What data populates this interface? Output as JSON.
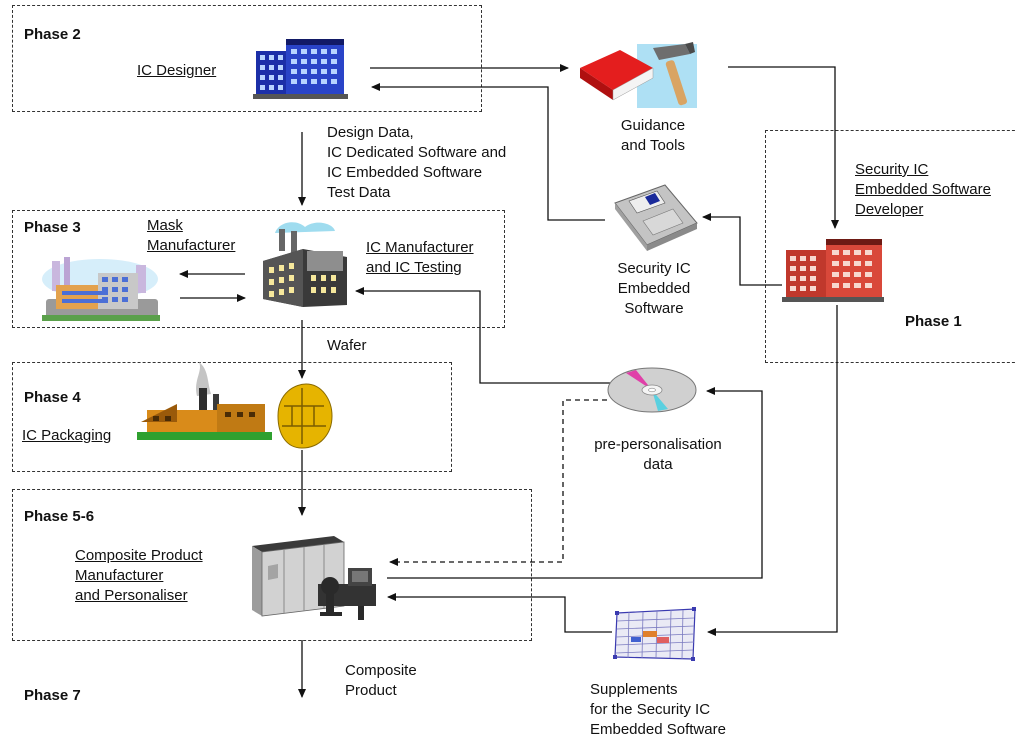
{
  "phases": {
    "p1": "Phase 1",
    "p2": "Phase 2",
    "p3": "Phase 3",
    "p4": "Phase 4",
    "p56": "Phase 5-6",
    "p7": "Phase 7"
  },
  "actors": {
    "ic_designer": "IC Designer",
    "mask_manufacturer": [
      "Mask",
      "Manufacturer"
    ],
    "ic_manufacturer": [
      "IC Manufacturer",
      "and IC Testing"
    ],
    "ic_packaging": "IC Packaging",
    "composite_manufacturer": [
      "Composite Product",
      "Manufacturer",
      "and Personaliser"
    ],
    "sw_developer": [
      "Security IC",
      "Embedded Software",
      "Developer"
    ]
  },
  "items": {
    "guidance": [
      "Guidance",
      "and Tools"
    ],
    "security_software": [
      "Security IC",
      "Embedded",
      "Software"
    ],
    "preperso": [
      "pre-personalisation",
      "data"
    ],
    "supplements": [
      "Supplements",
      "for the Security IC",
      "Embedded Software"
    ]
  },
  "flows": {
    "design_data": [
      "Design Data,",
      "IC Dedicated Software and",
      "IC Embedded Software",
      "Test Data"
    ],
    "wafer": "Wafer",
    "composite_product": [
      "Composite",
      "Product"
    ]
  },
  "icons": [
    "building-icon",
    "book-hammer-icon",
    "floppy-disk-icon",
    "office-building-icon",
    "city-building-icon",
    "factory-icon",
    "cd-disc-icon",
    "industrial-plant-icon",
    "chip-icon",
    "mainframe-workstation-icon",
    "spreadsheet-icon"
  ]
}
